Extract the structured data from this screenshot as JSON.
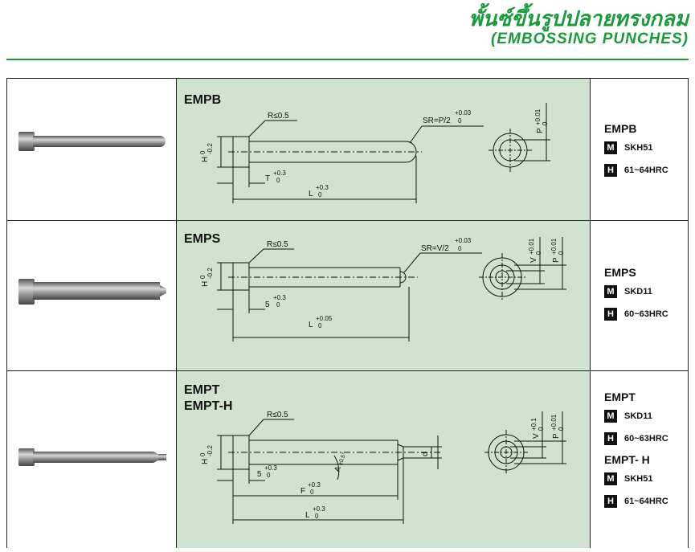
{
  "header": {
    "thai_title": "พั้นซ์ขึ้นรูปปลายทรงกลม",
    "english_title": "(EMBOSSING PUNCHES)"
  },
  "rows": [
    {
      "title_lines": [
        "EMPB"
      ],
      "dims": {
        "radius": "R≤0.5",
        "sphere": "SR=P/2",
        "sphere_tol_up": "+0.03",
        "sphere_tol_low": "0",
        "head_h": "H",
        "head_tol_up": "0",
        "head_tol_low": "-0.2",
        "head_t": "T",
        "head_t_up": "+0.3",
        "head_t_low": "0",
        "length": "L",
        "length_up": "+0.3",
        "length_low": "0",
        "p_label": "P",
        "p_up": "+0.01",
        "p_low": "0"
      },
      "specs": [
        {
          "name": "EMPB",
          "material": "SKH51",
          "hardness": "61~64HRC"
        }
      ]
    },
    {
      "title_lines": [
        "EMPS"
      ],
      "dims": {
        "radius": "R≤0.5",
        "sphere": "SR=V/2",
        "sphere_tol_up": "+0.03",
        "sphere_tol_low": "0",
        "head_h": "H",
        "head_tol_up": "0",
        "head_tol_low": "-0.2",
        "head_t": "5",
        "head_t_up": "+0.3",
        "head_t_low": "0",
        "length": "L",
        "length_up": "+0.05",
        "length_low": "0",
        "v_label": "V",
        "v_up": "+0.01",
        "v_low": "0",
        "p_label": "P",
        "p_up": "+0.01",
        "p_low": "0"
      },
      "specs": [
        {
          "name": "EMPS",
          "material": "SKD11",
          "hardness": "60~63HRC"
        }
      ]
    },
    {
      "title_lines": [
        "EMPT",
        "EMPT-H"
      ],
      "dims": {
        "radius": "R≤0.5",
        "head_h": "H",
        "head_tol_up": "0",
        "head_tol_low": "-0.2",
        "head_t": "5",
        "head_t_up": "+0.3",
        "head_t_low": "0",
        "f_label": "F",
        "f_up": "+0.3",
        "f_low": "0",
        "length": "L",
        "length_up": "+0.3",
        "length_low": "0",
        "angle": "A",
        "angle_tol": "±0.5°",
        "d_label": "d",
        "v_label": "V",
        "v_up": "+0.1",
        "v_low": "0",
        "p_label": "P",
        "p_up": "+0.01",
        "p_low": "0"
      },
      "specs": [
        {
          "name": "EMPT",
          "material": "SKD11",
          "hardness": "60~63HRC"
        },
        {
          "name": "EMPT- H",
          "material": "SKH51",
          "hardness": "61~64HRC"
        }
      ]
    }
  ],
  "labels": {
    "material_badge": "M",
    "hardness_badge": "H"
  }
}
